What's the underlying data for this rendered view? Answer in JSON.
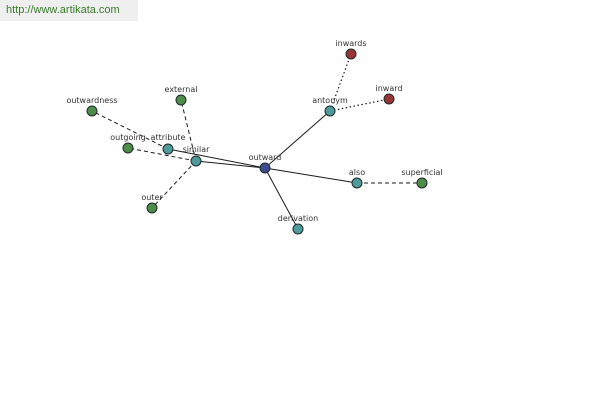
{
  "header": {
    "url": "http://www.artikata.com"
  },
  "colors": {
    "root": "#3d4a8f",
    "relation": "#4f9a9a",
    "synonym": "#4e8c4a",
    "antonym_word": "#9a3535"
  },
  "graph": {
    "root": {
      "id": "outward",
      "label": "outward"
    },
    "relations": [
      {
        "id": "antonym",
        "label": "antonym"
      },
      {
        "id": "similar",
        "label": "similar"
      },
      {
        "id": "attribute",
        "label": "attribute"
      },
      {
        "id": "also",
        "label": "also"
      },
      {
        "id": "derivation",
        "label": "derivation"
      }
    ],
    "words": [
      {
        "id": "inwards",
        "label": "inwards",
        "kind": "antonym_word"
      },
      {
        "id": "inward",
        "label": "inward",
        "kind": "antonym_word"
      },
      {
        "id": "external",
        "label": "external",
        "kind": "synonym"
      },
      {
        "id": "outwardness",
        "label": "outwardness",
        "kind": "synonym"
      },
      {
        "id": "outgoing",
        "label": "outgoing",
        "kind": "synonym"
      },
      {
        "id": "outer",
        "label": "outer",
        "kind": "synonym"
      },
      {
        "id": "superficial",
        "label": "superficial",
        "kind": "synonym"
      }
    ],
    "edges": [
      {
        "from": "outward",
        "to": "antonym",
        "style": "solid"
      },
      {
        "from": "outward",
        "to": "similar",
        "style": "solid"
      },
      {
        "from": "outward",
        "to": "attribute",
        "style": "solid"
      },
      {
        "from": "outward",
        "to": "also",
        "style": "solid"
      },
      {
        "from": "outward",
        "to": "derivation",
        "style": "solid"
      },
      {
        "from": "antonym",
        "to": "inwards",
        "style": "dotted"
      },
      {
        "from": "antonym",
        "to": "inward",
        "style": "dotted"
      },
      {
        "from": "similar",
        "to": "external",
        "style": "dashed"
      },
      {
        "from": "similar",
        "to": "outgoing",
        "style": "dashed"
      },
      {
        "from": "similar",
        "to": "outer",
        "style": "dashed"
      },
      {
        "from": "attribute",
        "to": "outwardness",
        "style": "dashed"
      },
      {
        "from": "also",
        "to": "superficial",
        "style": "dashed"
      }
    ]
  }
}
